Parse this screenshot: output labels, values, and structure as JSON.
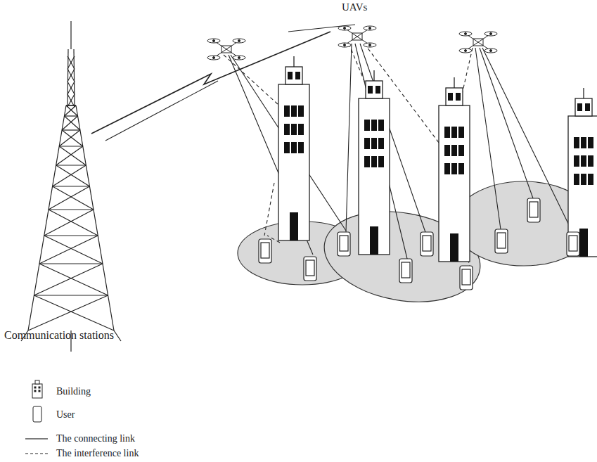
{
  "diagram": {
    "labels": [
      "UAVs",
      "Communication stations"
    ],
    "legend": [
      {
        "text": "Building"
      },
      {
        "text": "User"
      },
      {
        "text": "The connecting link"
      },
      {
        "text": "The interference link"
      }
    ]
  }
}
